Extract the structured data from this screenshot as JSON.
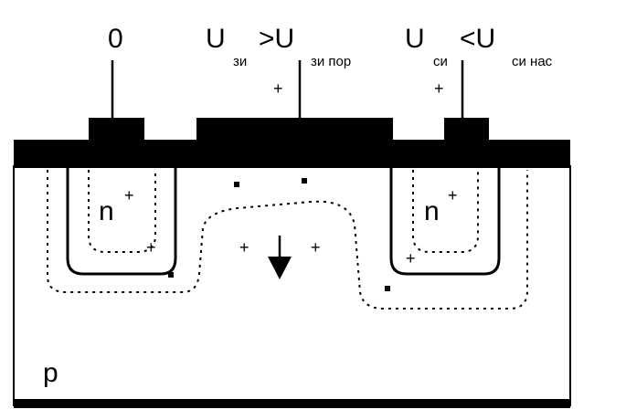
{
  "labels": {
    "source_voltage": "0",
    "gate_u": "U",
    "gate_u_sub": "зи",
    "gate_gt_u": ">U",
    "gate_gt_sub": "зи пор",
    "gate_sign": "+",
    "drain_u": "U",
    "drain_u_sub": "си",
    "drain_lt_u": "<U",
    "drain_lt_sub": "си нас",
    "drain_sign": "+",
    "left_region": "n",
    "left_region_sign": "+",
    "right_region": "n",
    "right_region_sign": "+",
    "substrate": "p"
  },
  "charges": {
    "left_well_plus": "+",
    "channel_plus_left": "+",
    "channel_plus_right": "+",
    "right_well_plus": "+"
  },
  "colors": {
    "ink": "#000000",
    "background": "#ffffff"
  }
}
